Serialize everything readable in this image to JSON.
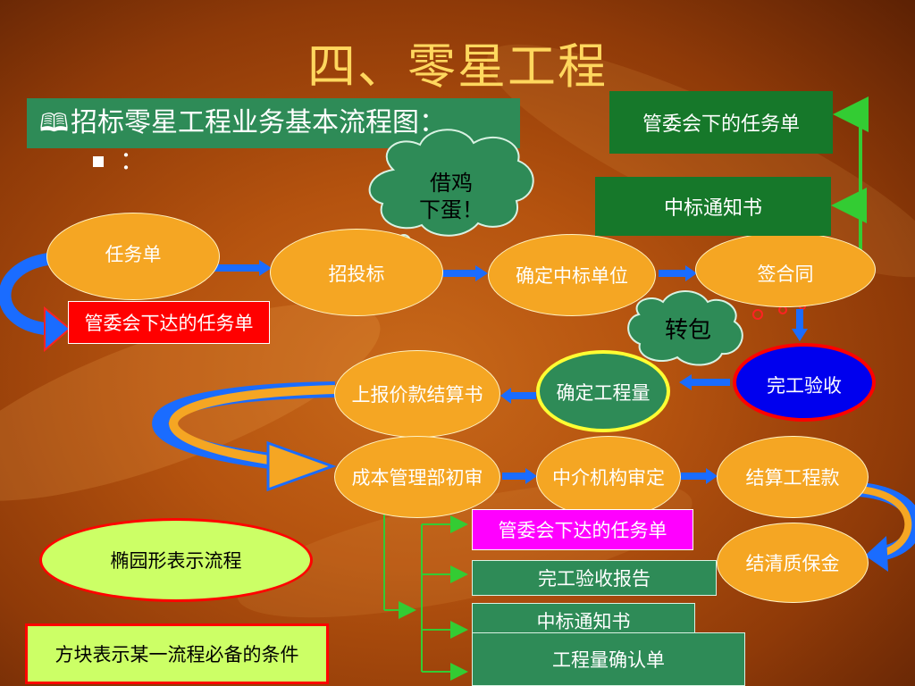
{
  "title": "四、零星工程",
  "subtitle": "招标零星工程业务基本流程图：",
  "bullet_text": "：",
  "clouds": {
    "borrow": "借鸡\n下蛋！",
    "subcontract": "转包"
  },
  "nodes": {
    "task_list": "任务单",
    "bidding": "招投标",
    "confirm_winner": "确定中标单位",
    "sign_contract": "签合同",
    "completion_acceptance": "完工验收",
    "confirm_quantity": "确定工程量",
    "report_settlement": "上报价款结算书",
    "cost_review": "成本管理部初审",
    "agency_review": "中介机构审定",
    "settle_payment": "结算工程款",
    "settle_deposit": "结清质保金",
    "legend_ellipse": "椭园形表示流程"
  },
  "conditions": {
    "committee_task_top": "管委会下的任务单",
    "bid_notice_top": "中标通知书",
    "committee_task_left": "管委会下达的任务单",
    "committee_task_bottom": "管委会下达的任务单",
    "completion_report": "完工验收报告",
    "bid_notice_bottom": "中标通知书",
    "quantity_confirm": "工程量确认单",
    "legend_rect": "方块表示某一流程必备的条件"
  },
  "colors": {
    "ellipse_fill": "#f5a623",
    "rect_green": "#2e8b57",
    "rect_red": "#ff0000",
    "rect_magenta": "#ff00ff",
    "completion_fill": "#0000ee",
    "completion_border": "#ff0000",
    "quantity_border": "#ffff33",
    "legend_fill": "#ccff66",
    "arrow_blue": "#1a6cff",
    "arrow_green": "#33cc33",
    "title_color": "#ffd75e"
  }
}
